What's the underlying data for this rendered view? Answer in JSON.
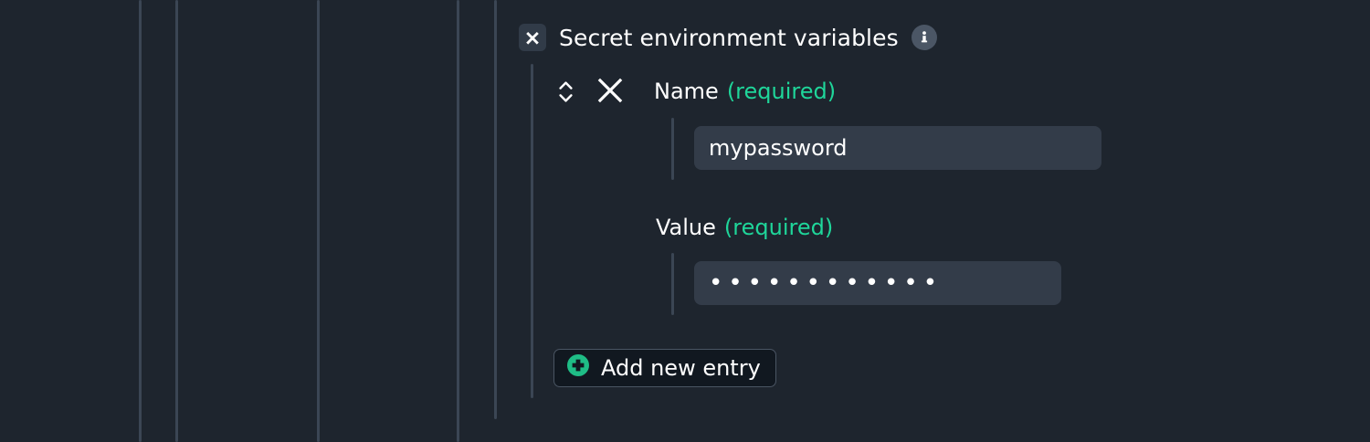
{
  "theme": {
    "background": "#1e252e",
    "accent_green": "#1fd69a",
    "input_background": "#333c49",
    "guide_line": "#3b4654",
    "text_primary": "#ffffff"
  },
  "section": {
    "title": "Secret environment variables",
    "collapse_icon": "close-x-icon",
    "info_icon": "info-icon",
    "info_glyph": "i"
  },
  "entry": {
    "sort_handle_icon": "chevron-up-down-icon",
    "remove_icon": "close-x-icon",
    "fields": [
      {
        "label": "Name",
        "required_tag": "(required)",
        "value": "mypassword",
        "placeholder": "",
        "type": "text"
      },
      {
        "label": "Value",
        "required_tag": "(required)",
        "value": "••••••••••••",
        "placeholder": "",
        "type": "password",
        "masked_character_count": 12
      }
    ]
  },
  "actions": {
    "add_entry_label": "Add new entry",
    "add_entry_icon": "plus-circle-icon"
  }
}
